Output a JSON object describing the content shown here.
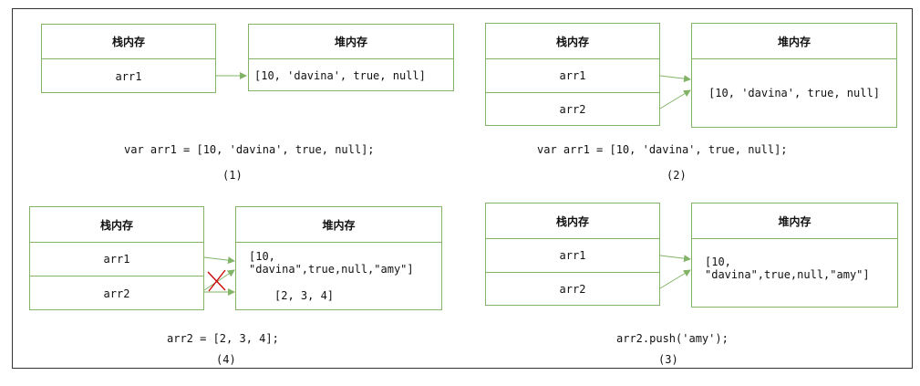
{
  "labels": {
    "stack": "栈内存",
    "heap": "堆内存",
    "arr1": "arr1",
    "arr2": "arr2"
  },
  "panel1": {
    "heap_value": "[10, 'davina', true, null]",
    "code": "var arr1 = [10, 'davina', true, null];",
    "caption": "(1)"
  },
  "panel2": {
    "heap_value": "[10, 'davina', true, null]",
    "code": "var arr1 = [10, 'davina', true, null];",
    "caption": "(2)"
  },
  "panel3": {
    "heap_value": "[10, \"davina\",true,null,\"amy\"]",
    "code": "arr2.push('amy');",
    "caption": "(3)"
  },
  "panel4": {
    "heap_value_1": "[10, \"davina\",true,null,\"amy\"]",
    "heap_value_2": "[2, 3, 4]",
    "code": "arr2 = [2, 3, 4];",
    "caption": "(4)"
  },
  "colors": {
    "box_border": "#82b366",
    "arrow": "#82b366",
    "cross": "#cc0000",
    "frame": "#333333"
  }
}
